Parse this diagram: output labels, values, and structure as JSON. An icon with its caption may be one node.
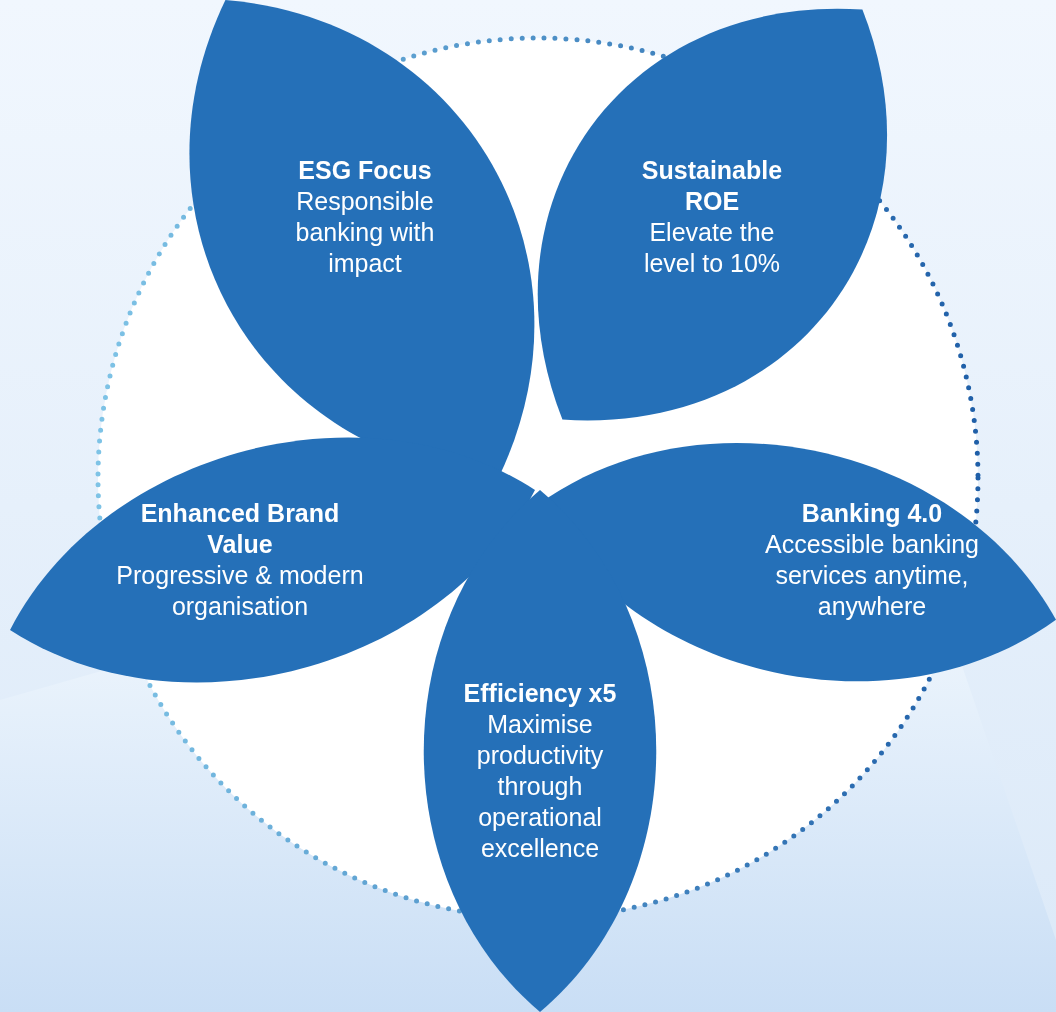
{
  "diagram": {
    "nodes": [
      {
        "text": [
          "ESG Focus",
          "Responsible banking with impact"
        ]
      },
      {
        "text": [
          "Sustainable ROE",
          "Elevate the level to 10%"
        ]
      },
      {
        "text": [
          "Enhanced Brand Value",
          "Progressive & modern organisation"
        ]
      },
      {
        "text": [
          "Banking 4.0",
          "Accessible banking services anytime, anywhere"
        ]
      },
      {
        "text": [
          "Efficiency x5",
          "Maximise productivity through operational excellence"
        ]
      }
    ]
  }
}
